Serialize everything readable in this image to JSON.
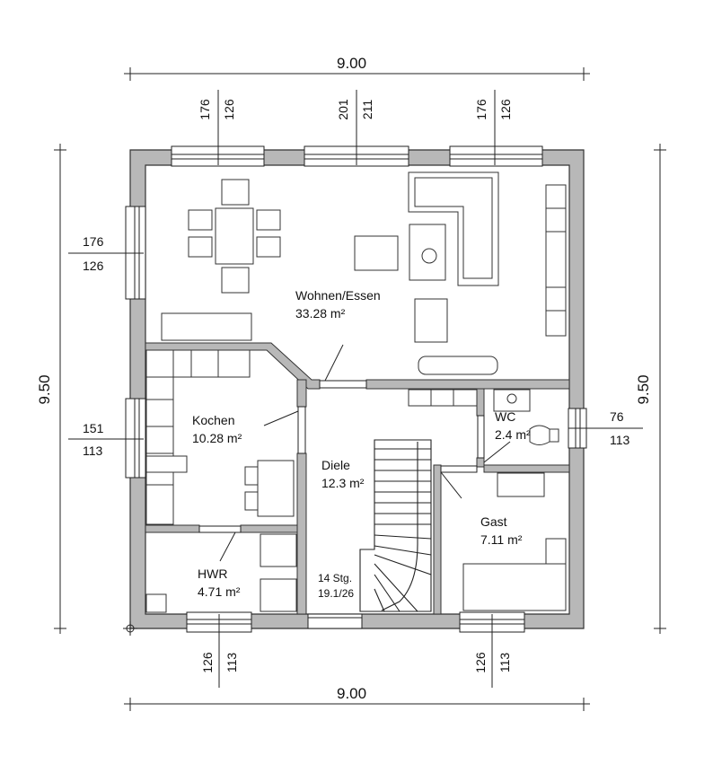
{
  "dimensions": {
    "top_width": "9.00",
    "bottom_width": "9.00",
    "left_height": "9.50",
    "right_height": "9.50"
  },
  "window_sizes": {
    "top_left": {
      "a": "176",
      "b": "126"
    },
    "top_mid": {
      "a": "201",
      "b": "211"
    },
    "top_right": {
      "a": "176",
      "b": "126"
    },
    "left_upper": {
      "a": "176",
      "b": "126"
    },
    "left_lower": {
      "a": "151",
      "b": "113"
    },
    "right_wc": {
      "a": "76",
      "b": "113"
    },
    "bottom_left": {
      "a": "126",
      "b": "113"
    },
    "bottom_right": {
      "a": "126",
      "b": "113"
    }
  },
  "rooms": {
    "wohnen": {
      "name": "Wohnen/Essen",
      "area": "33.28 m²"
    },
    "kochen": {
      "name": "Kochen",
      "area": "10.28 m²"
    },
    "diele": {
      "name": "Diele",
      "area": "12.3 m²"
    },
    "wc": {
      "name": "WC",
      "area": "2.4 m²"
    },
    "gast": {
      "name": "Gast",
      "area": "7.11 m²"
    },
    "hwr": {
      "name": "HWR",
      "area": "4.71 m²"
    }
  },
  "stairs": {
    "steps": "14 Stg.",
    "ratio": "19.1/26"
  }
}
